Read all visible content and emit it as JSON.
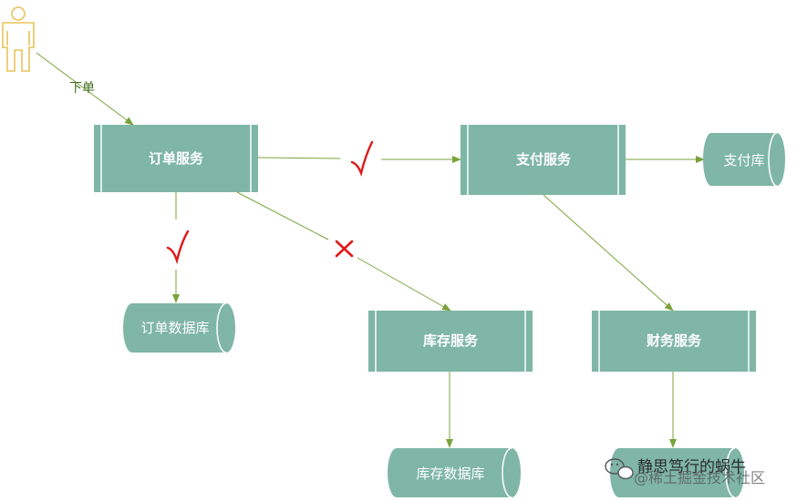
{
  "colors": {
    "process_fill": "#7fb6a6",
    "process_stroke": "#ffffff",
    "arrow": "#7aa33c",
    "check": "#e01818",
    "cross": "#e01818",
    "actor": "#e8c35a"
  },
  "actor": {
    "icon": "user-icon"
  },
  "edges": {
    "place_order_label": "下单"
  },
  "services": {
    "order": "订单服务",
    "payment": "支付服务",
    "inventory": "库存服务",
    "finance": "财务服务"
  },
  "databases": {
    "payment_db": "支付库",
    "order_db": "订单数据库",
    "inventory_db": "库存数据库",
    "finance_db": ""
  },
  "marks": {
    "order_to_payment": "check",
    "order_to_order_db": "check",
    "order_to_inventory": "cross"
  },
  "watermark": {
    "icon": "wechat-icon",
    "text": "静思笃行的蜗牛",
    "overlay_text": "@稀土掘金技术社区"
  }
}
